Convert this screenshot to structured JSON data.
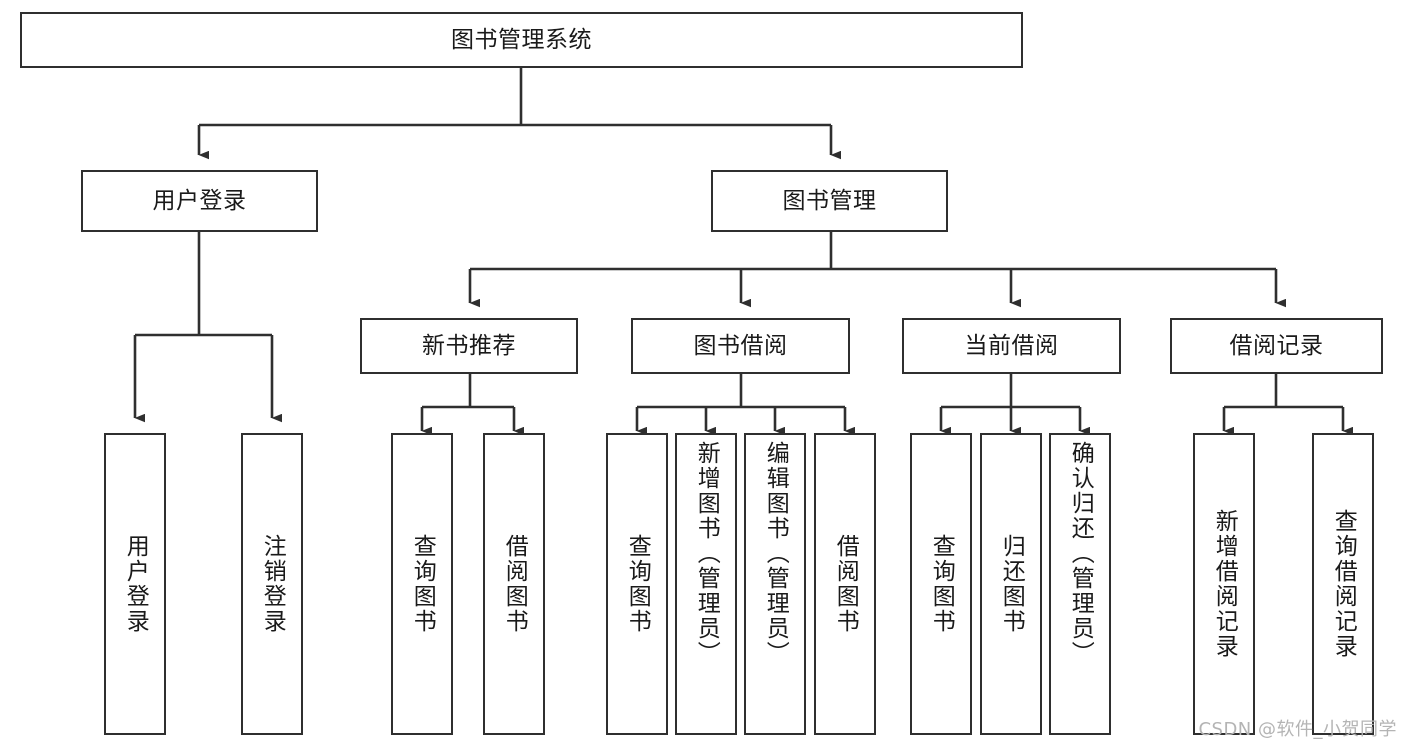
{
  "diagram": {
    "type": "tree-hierarchy",
    "title": "图书管理系统",
    "watermark": "CSDN @软件_小贺同学",
    "colors": {
      "stroke": "#2f2f2f",
      "fill": "#ffffff",
      "text": "#1a1a1a",
      "watermark": "#b4b4b4"
    },
    "nodes": {
      "root": {
        "label": "图书管理系统"
      },
      "level1": [
        {
          "id": "user-login",
          "label": "用户登录"
        },
        {
          "id": "book-manage",
          "label": "图书管理"
        }
      ],
      "level2": [
        {
          "id": "new-book-recommend",
          "label": "新书推荐"
        },
        {
          "id": "book-borrow",
          "label": "图书借阅"
        },
        {
          "id": "current-borrow",
          "label": "当前借阅"
        },
        {
          "id": "borrow-record",
          "label": "借阅记录"
        }
      ],
      "leaves": {
        "user_login": [
          {
            "id": "leaf-user-login",
            "label": "用户登录"
          },
          {
            "id": "leaf-logout-login",
            "label": "注销登录"
          }
        ],
        "new_book_recommend": [
          {
            "id": "leaf-query-book-1",
            "label": "查询图书"
          },
          {
            "id": "leaf-borrow-book-1",
            "label": "借阅图书"
          }
        ],
        "book_borrow": [
          {
            "id": "leaf-query-book-2",
            "label": "查询图书"
          },
          {
            "id": "leaf-add-book",
            "label": "新增图书（管理员）"
          },
          {
            "id": "leaf-edit-book",
            "label": "编辑图书（管理员）"
          },
          {
            "id": "leaf-borrow-book-2",
            "label": "借阅图书"
          }
        ],
        "current_borrow": [
          {
            "id": "leaf-query-book-3",
            "label": "查询图书"
          },
          {
            "id": "leaf-return-book",
            "label": "归还图书"
          },
          {
            "id": "leaf-confirm-return",
            "label": "确认归还（管理员）"
          }
        ],
        "borrow_record": [
          {
            "id": "leaf-add-record",
            "label": "新增借阅记录"
          },
          {
            "id": "leaf-query-record",
            "label": "查询借阅记录"
          }
        ]
      }
    }
  }
}
